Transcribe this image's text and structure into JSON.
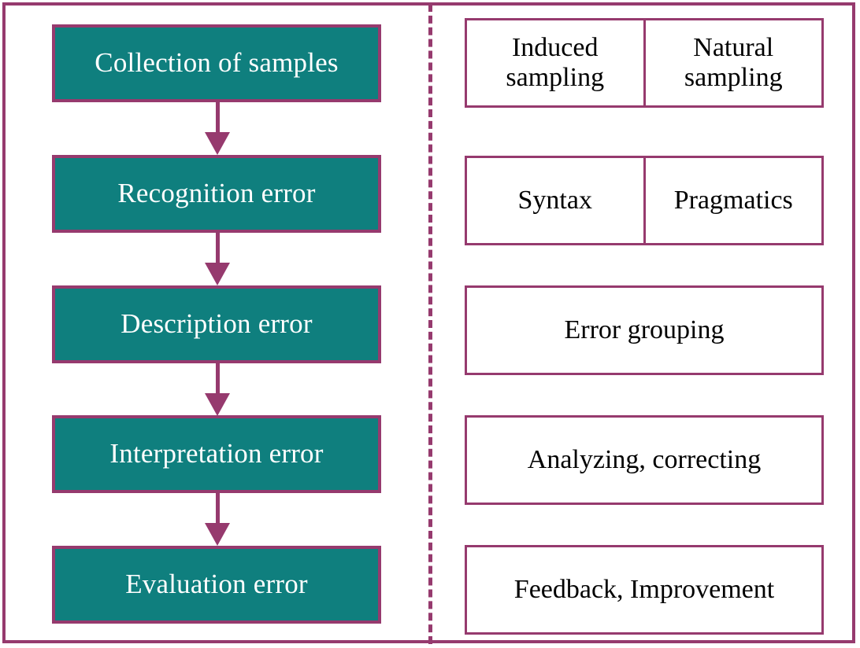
{
  "colors": {
    "frame_border": "#963A6E",
    "stage_fill": "#0F7F7E",
    "stage_text": "#FFFFFF",
    "descriptor_text": "#000000",
    "background": "#FFFFFF"
  },
  "flow": {
    "stages": [
      {
        "label": "Collection of samples"
      },
      {
        "label": "Recognition error"
      },
      {
        "label": "Description error"
      },
      {
        "label": "Interpretation error"
      },
      {
        "label": "Evaluation error"
      }
    ]
  },
  "descriptors": {
    "rows": [
      {
        "cells": [
          "Induced sampling",
          "Natural sampling"
        ]
      },
      {
        "cells": [
          "Syntax",
          "Pragmatics"
        ]
      },
      {
        "cells": [
          "Error grouping"
        ]
      },
      {
        "cells": [
          "Analyzing, correcting"
        ]
      },
      {
        "cells": [
          "Feedback, Improvement"
        ]
      }
    ]
  }
}
